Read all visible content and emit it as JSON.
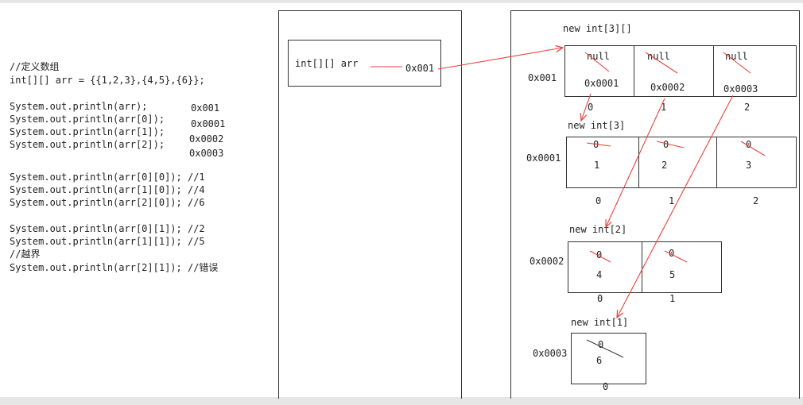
{
  "code": {
    "comment_define": "//定义数组",
    "decl": "int[][] arr = {{1,2,3},{4,5},{6}};",
    "print_lines": [
      {
        "code": "System.out.println(arr);",
        "value": "0x001"
      },
      {
        "code": "System.out.println(arr[0]);",
        "value": "0x0001"
      },
      {
        "code": "System.out.println(arr[1]);",
        "value": "0x0002"
      },
      {
        "code": "System.out.println(arr[2]);",
        "value": "0x0003"
      }
    ],
    "first_access": [
      "System.out.println(arr[0][0]); //1",
      "System.out.println(arr[1][0]); //4",
      "System.out.println(arr[2][0]); //6"
    ],
    "second_access": [
      "System.out.println(arr[0][1]); //2",
      "System.out.println(arr[1][1]); //5"
    ],
    "comment_oob": "//越界",
    "error_line": "System.out.println(arr[2][1]); //错误"
  },
  "stack": {
    "var_label": "int[][] arr",
    "var_value": "0x001"
  },
  "heap": {
    "outer": {
      "title": "new int[3][]",
      "address": "0x001",
      "cells": [
        {
          "old": "null",
          "value": "0x0001"
        },
        {
          "old": "null",
          "value": "0x0002"
        },
        {
          "old": "null",
          "value": "0x0003"
        }
      ],
      "indices": [
        "0",
        "1",
        "2"
      ]
    },
    "inner": [
      {
        "title": "new int[3]",
        "address": "0x0001",
        "cells": [
          {
            "old": "0",
            "value": "1"
          },
          {
            "old": "0",
            "value": "2"
          },
          {
            "old": "0",
            "value": "3"
          }
        ],
        "indices": [
          "0",
          "1",
          "2"
        ]
      },
      {
        "title": "new int[2]",
        "address": "0x0002",
        "cells": [
          {
            "old": "0",
            "value": "4"
          },
          {
            "old": "0",
            "value": "5"
          }
        ],
        "indices": [
          "0",
          "1"
        ]
      },
      {
        "title": "new int[1]",
        "address": "0x0003",
        "cells": [
          {
            "old": "0",
            "value": "6"
          }
        ],
        "indices": [
          "0"
        ]
      }
    ]
  },
  "colors": {
    "arrow": "#e8423c",
    "line": "#333333"
  }
}
